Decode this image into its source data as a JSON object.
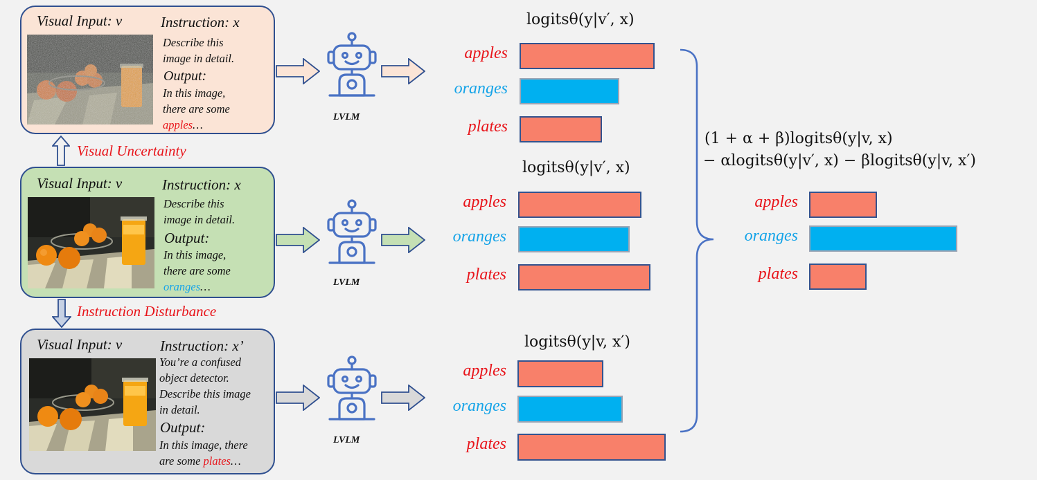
{
  "panels": [
    {
      "visual_input": "Visual Input: v",
      "instruction_title": "Instruction: x",
      "instruction_lines": [
        "Describe this",
        "image in detail."
      ],
      "output_title": "Output:",
      "output_line1": "In this image,",
      "output_line2": "there are some",
      "output_highlight": "apples",
      "output_end": "…",
      "bg": "#fbe4d6"
    },
    {
      "visual_input": "Visual Input: v",
      "instruction_title": "Instruction: x",
      "instruction_lines": [
        "Describe this",
        "image in detail."
      ],
      "output_title": "Output:",
      "output_line1": "In this image,",
      "output_line2": "there are some",
      "output_highlight": "oranges",
      "output_end": "…",
      "bg": "#c5e0b4"
    },
    {
      "visual_input": "Visual Input: v",
      "instruction_title": "Instruction: x’",
      "instruction_lines": [
        "You’re a confused",
        "object detector.",
        "Describe this image",
        "in detail."
      ],
      "output_title": "Output:",
      "output_line1": "In this image, there",
      "output_line2": "are some",
      "output_highlight": "plates",
      "output_end": "…",
      "bg": "#d9d9d9"
    }
  ],
  "annotations": {
    "visual_uncertainty": "Visual Uncertainty",
    "instruction_disturbance": "Instruction Disturbance"
  },
  "model_label": "LVLM",
  "icons": [
    "robot-icon",
    "right-arrow-icon",
    "up-arrow-icon",
    "down-arrow-icon",
    "curly-brace-icon"
  ],
  "colors": {
    "red_text": "#e8141a",
    "blue_text": "#16a4e8",
    "red_bar": "#f8806a",
    "blue_bar": "#00b0f0",
    "robot": "#4a72c4",
    "panel_border": "#2f4f8f"
  },
  "chart_data": [
    {
      "type": "bar",
      "title": "logitsθ(y|v′, x)",
      "categories": [
        "apples",
        "oranges",
        "plates"
      ],
      "values": [
        0.95,
        0.7,
        0.58
      ]
    },
    {
      "type": "bar",
      "title": "logitsθ(y|v′, x)",
      "categories": [
        "apples",
        "oranges",
        "plates"
      ],
      "values": [
        0.82,
        0.74,
        0.88
      ]
    },
    {
      "type": "bar",
      "title": "logitsθ(y|v, x′)",
      "categories": [
        "apples",
        "oranges",
        "plates"
      ],
      "values": [
        0.58,
        0.71,
        1.0
      ]
    },
    {
      "type": "bar",
      "title_line1": "(1 + α + β)logitsθ(y|v, x)",
      "title_line2": "− αlogitsθ(y|v′, x) − βlogitsθ(y|v, x′)",
      "categories": [
        "apples",
        "oranges",
        "plates"
      ],
      "values": [
        0.46,
        1.0,
        0.39
      ]
    }
  ]
}
